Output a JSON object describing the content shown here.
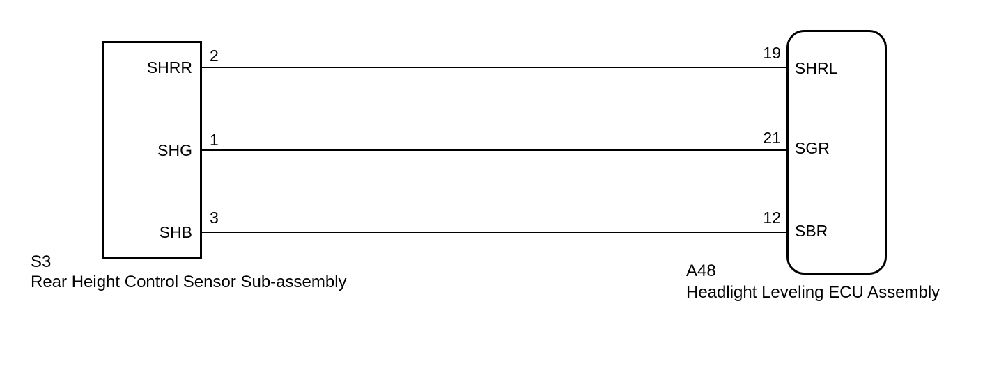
{
  "sensor": {
    "code": "S3",
    "name": "Rear Height Control Sensor Sub-assembly",
    "terminals": [
      {
        "pin": "2",
        "name": "SHRR"
      },
      {
        "pin": "1",
        "name": "SHG"
      },
      {
        "pin": "3",
        "name": "SHB"
      }
    ]
  },
  "ecu": {
    "code": "A48",
    "name": "Headlight Leveling ECU Assembly",
    "terminals": [
      {
        "pin": "19",
        "name": "SHRL"
      },
      {
        "pin": "21",
        "name": "SGR"
      },
      {
        "pin": "12",
        "name": "SBR"
      }
    ]
  }
}
